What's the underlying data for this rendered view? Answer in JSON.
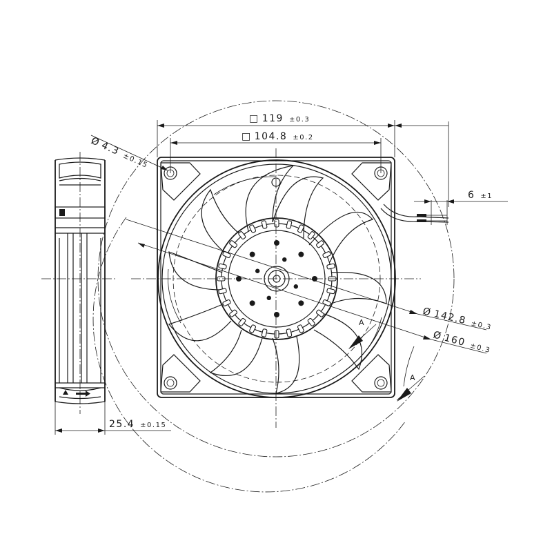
{
  "dimensions": {
    "frame_outer": {
      "value": "119",
      "tolerance": "±0.3"
    },
    "hole_spacing": {
      "value": "104.8",
      "tolerance": "±0.2"
    },
    "hole_diameter": {
      "value": "4.3",
      "tolerance": "±0.15"
    },
    "cable_offset": {
      "value": "6",
      "tolerance": "±1"
    },
    "inner_diameter": {
      "value": "142.8",
      "tolerance": "±0.3"
    },
    "outer_diameter": {
      "value": "160",
      "tolerance": "±0.3"
    },
    "depth": {
      "value": "25.4",
      "tolerance": "±0.15"
    }
  },
  "symbols": {
    "diameter": "Ø",
    "square": "□"
  },
  "section_markers": [
    "A",
    "A"
  ]
}
